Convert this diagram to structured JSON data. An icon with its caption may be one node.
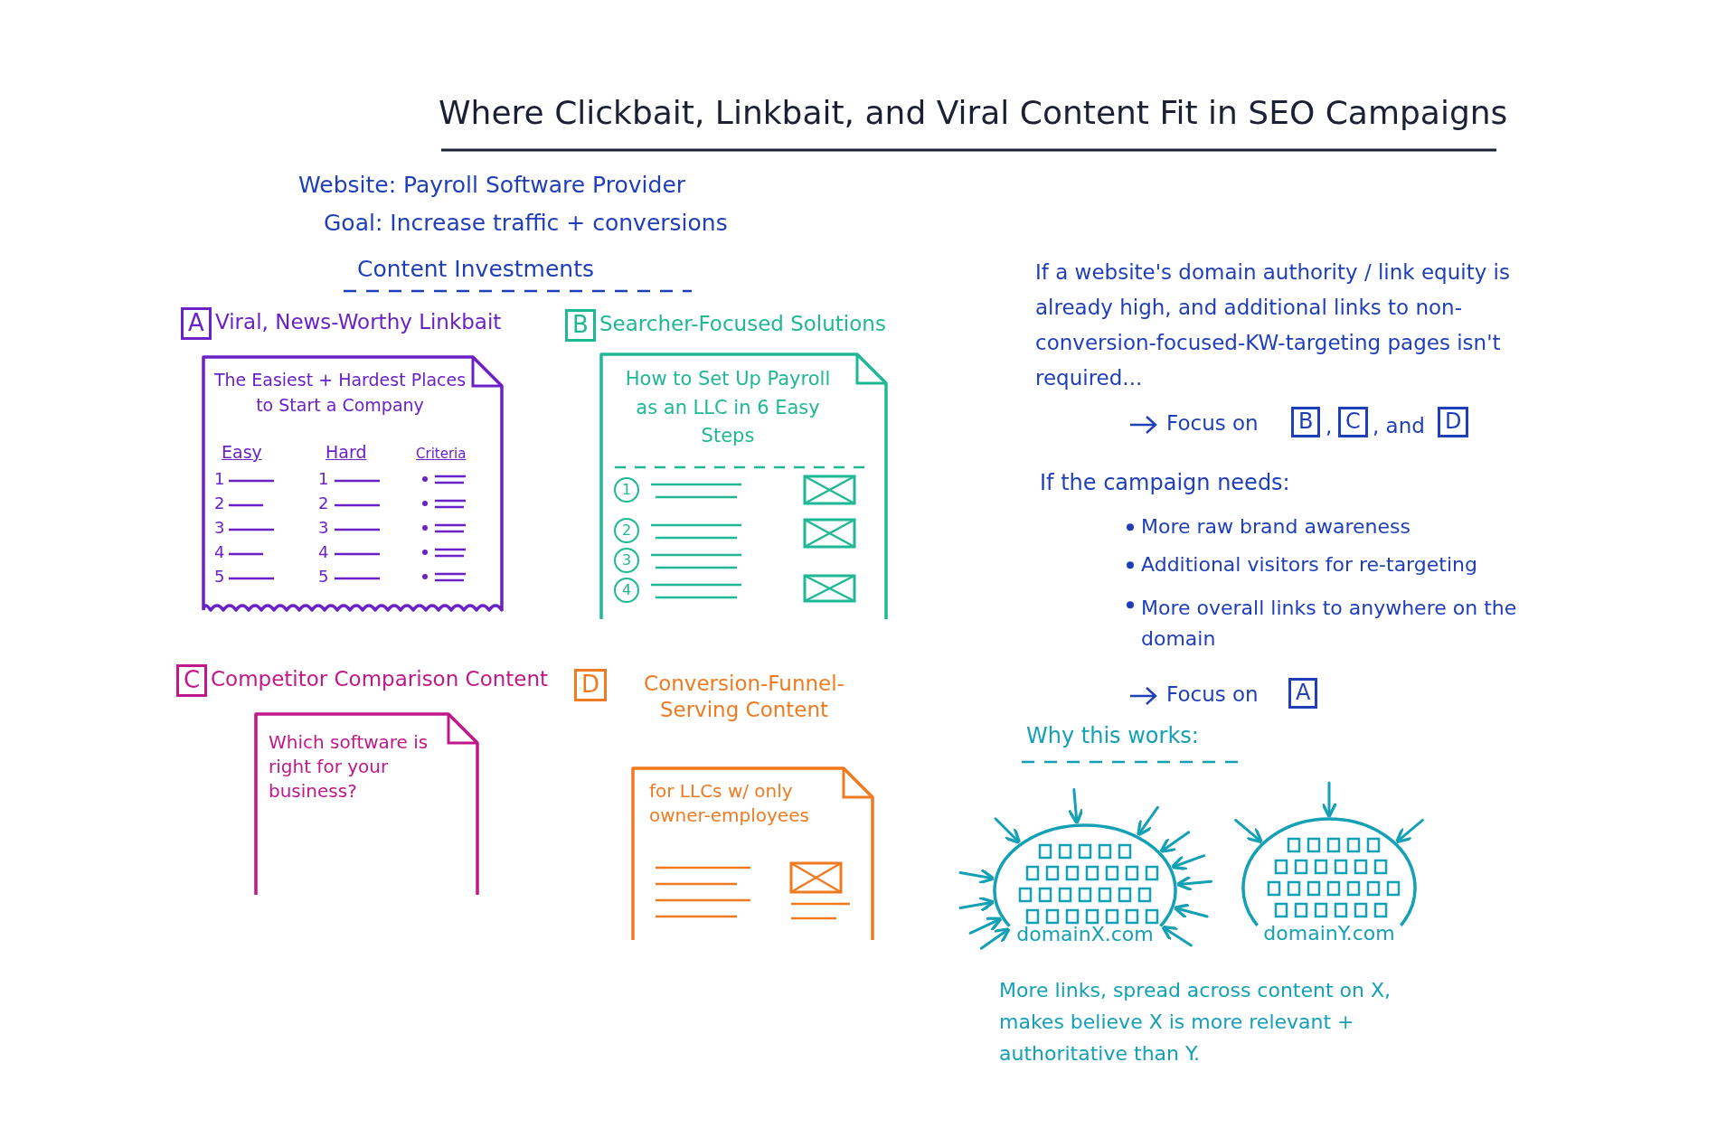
{
  "diagram": {
    "title": "Where Clickbait, Linkbait, and Viral Content Fit in SEO Campaigns",
    "nodes": [
      {
        "text": [
          "A"
        ],
        "beside": [
          "Viral, News-Worthy Linkbait"
        ]
      },
      {
        "text": [
          "The Easiest + Hardest Places to Start a Company",
          "Easy",
          "Hard",
          "Criteria",
          "1",
          "2",
          "3",
          "4",
          "5",
          "1",
          "2",
          "3",
          "4",
          "5"
        ]
      },
      {
        "text": [
          "B"
        ],
        "beside": [
          "Searcher-Focused Solutions"
        ]
      },
      {
        "text": [
          "How to Set Up Payroll as an LLC in 6 Easy Steps",
          "1",
          "2",
          "3",
          "4"
        ]
      },
      {
        "text": [
          "C"
        ],
        "beside": [
          "Competitor Comparison Content"
        ]
      },
      {
        "text": [
          "Which software is right for your business?"
        ]
      },
      {
        "text": [
          "D"
        ],
        "beside": [
          "Conversion-Funnel-Serving Content"
        ]
      },
      {
        "text": [
          "for LLCs w/ only owner-employees"
        ]
      },
      {
        "text": [
          "domainX.com"
        ]
      },
      {
        "text": [
          "domainY.com"
        ]
      }
    ],
    "edges": [
      {
        "from": null,
        "to": 8,
        "arrow": "to"
      },
      {
        "from": null,
        "to": 8,
        "arrow": "to"
      },
      {
        "from": null,
        "to": 8,
        "arrow": "to"
      },
      {
        "from": null,
        "to": 8,
        "arrow": "to"
      },
      {
        "from": null,
        "to": 8,
        "arrow": "to"
      },
      {
        "from": null,
        "to": 8,
        "arrow": "to"
      },
      {
        "from": null,
        "to": 8,
        "arrow": "to"
      },
      {
        "from": null,
        "to": 8,
        "arrow": "to"
      },
      {
        "from": null,
        "to": 8,
        "arrow": "to"
      },
      {
        "from": null,
        "to": 8,
        "arrow": "to"
      },
      {
        "from": null,
        "to": 8,
        "arrow": "to"
      },
      {
        "from": null,
        "to": 8,
        "arrow": "to"
      },
      {
        "from": null,
        "to": 9,
        "arrow": "to"
      },
      {
        "from": null,
        "to": 9,
        "arrow": "to"
      },
      {
        "from": null,
        "to": 9,
        "arrow": "to"
      }
    ],
    "labels": [
      "Website: Payroll Software Provider",
      "Goal: Increase traffic + conversions",
      "Content Investments",
      "If a website's domain authority / link equity is already high, and additional links to non-conversion-focused-KW-targeting pages isn't required...",
      "Focus on",
      "B",
      ",",
      "C",
      ", and",
      "D",
      "If the campaign needs:",
      "More raw brand awareness",
      "Additional visitors for re-targeting",
      "More overall links to anywhere on the domain",
      "Focus on",
      "A",
      "Why this works:",
      "More links, spread across content on X, makes believe X is more relevant + authoritative than Y."
    ]
  }
}
